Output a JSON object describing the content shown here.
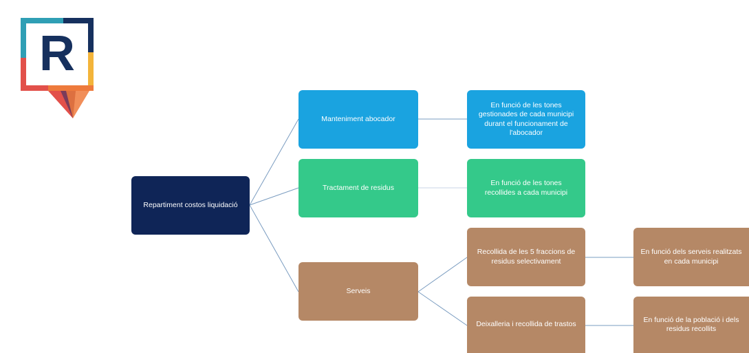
{
  "logo": {
    "letter": "R",
    "colors": {
      "teal": "#2f9fb5",
      "navy": "#16305e",
      "red": "#e2504a",
      "yellow": "#f3b43a",
      "orange": "#ee7a3c",
      "plum": "#7a3b5a"
    }
  },
  "colors": {
    "navy": "#0f2557",
    "blue": "#1aa3e0",
    "green": "#34c98a",
    "brown": "#b58866",
    "connector": "#7a9cc0"
  },
  "nodes": {
    "root": "Repartiment costos liquidació",
    "manteniment": "Manteniment abocador",
    "manteniment_desc": "En funció de les tones gestionades de cada municipi durant el funcionament de l'abocador",
    "tractament": "Tractament de residus",
    "tractament_desc": "En funció de les tones recollides a cada municipi",
    "serveis": "Serveis",
    "recollida": "Recollida de les 5 fraccions de residus selectivament",
    "recollida_desc": "En funció dels serveis realitzats en cada municipi",
    "deixalleria": "Deixalleria i recollida de trastos",
    "deixalleria_desc": "En funció de la població i dels residus recollits"
  }
}
